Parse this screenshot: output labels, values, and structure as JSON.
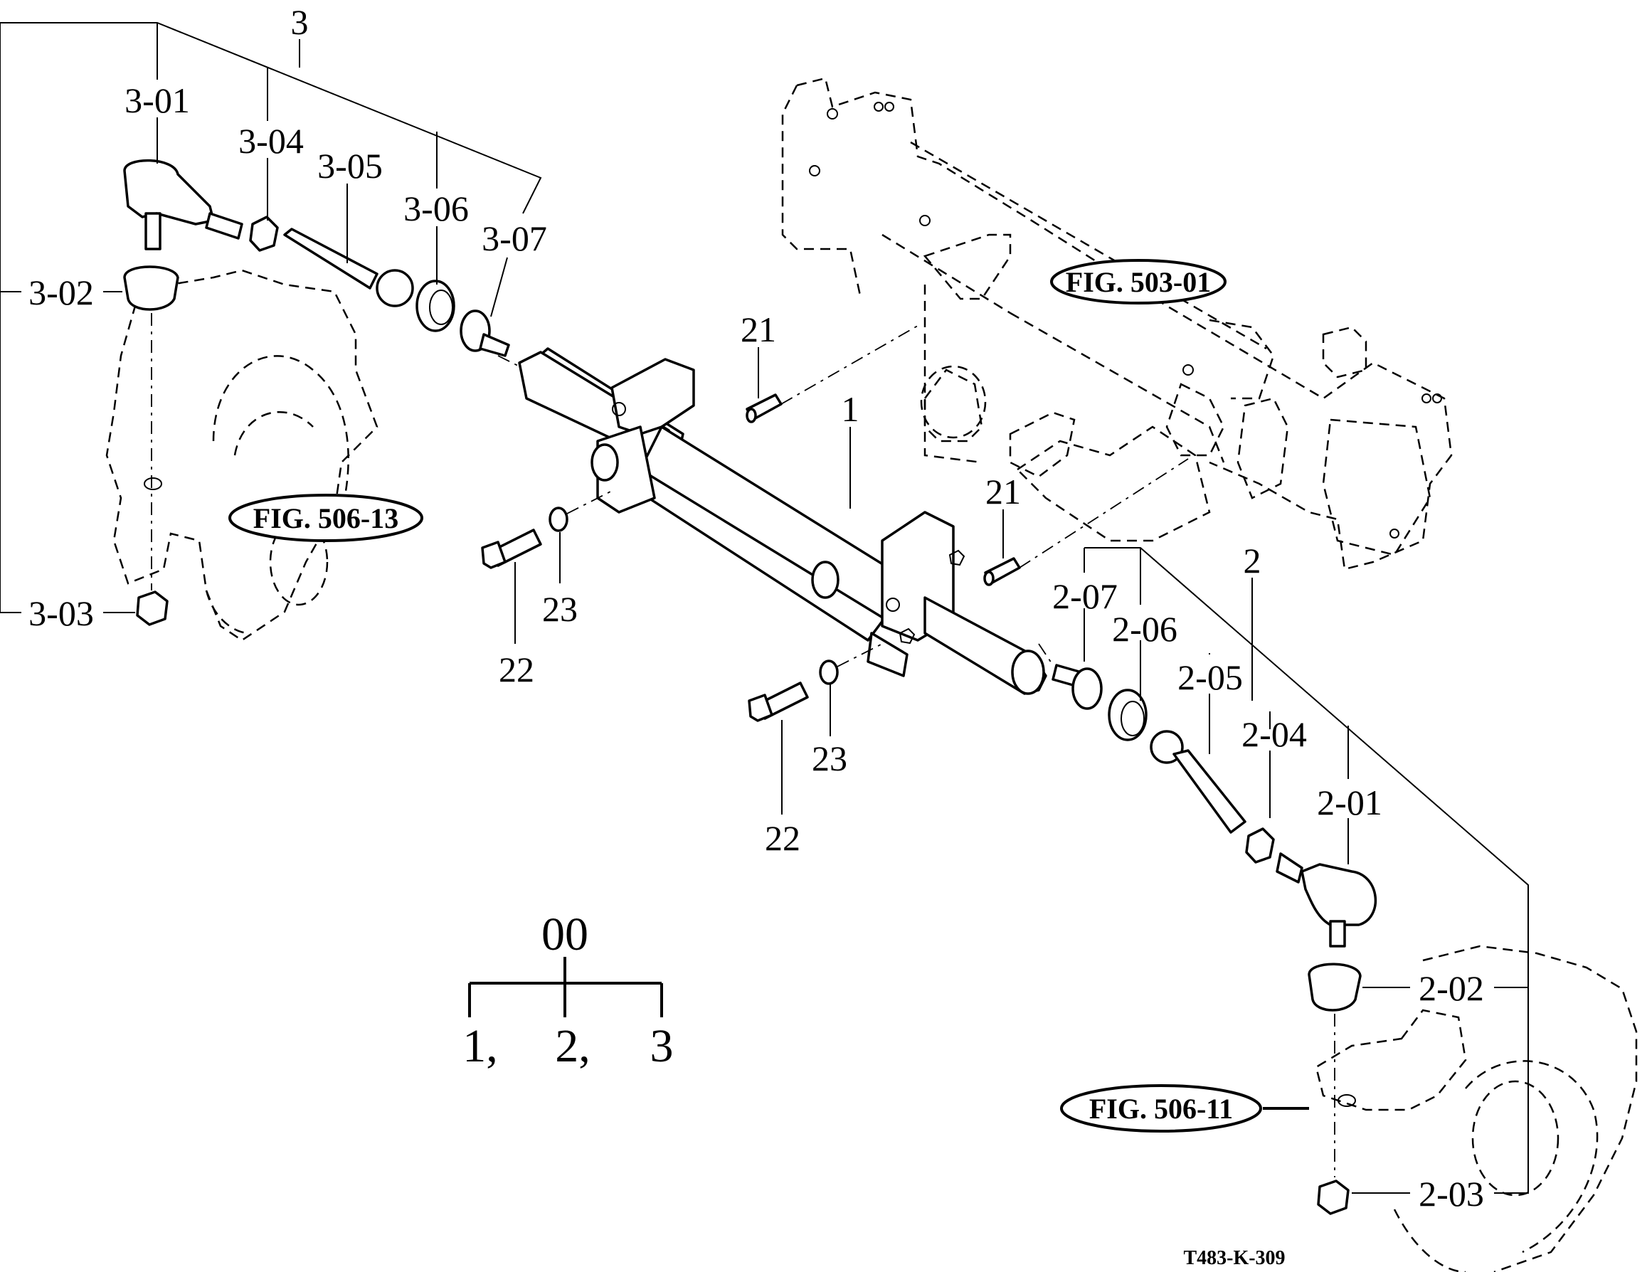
{
  "drawing_code": "T483-K-309",
  "assembly": {
    "root": "00",
    "children": [
      "1",
      "2",
      "3"
    ],
    "children_text": [
      "1,",
      "2,",
      "3"
    ]
  },
  "figure_refs": {
    "fig_503_01": "FIG. 503-01",
    "fig_506_13": "FIG. 506-13",
    "fig_506_11": "FIG. 506-11"
  },
  "callouts": {
    "c1": "1",
    "c2": "2",
    "c3": "3",
    "c21_top": "21",
    "c21_bottom": "21",
    "c22_left": "22",
    "c22_bottom": "22",
    "c23_left": "23",
    "c23_bottom": "23",
    "c3_01": "3-01",
    "c3_02": "3-02",
    "c3_03": "3-03",
    "c3_04": "3-04",
    "c3_05": "3-05",
    "c3_06": "3-06",
    "c3_07": "3-07",
    "c2_01": "2-01",
    "c2_02": "2-02",
    "c2_03": "2-03",
    "c2_04": "2-04",
    "c2_05": "2-05",
    "c2_06": "2-06",
    "c2_07": "2-07"
  }
}
